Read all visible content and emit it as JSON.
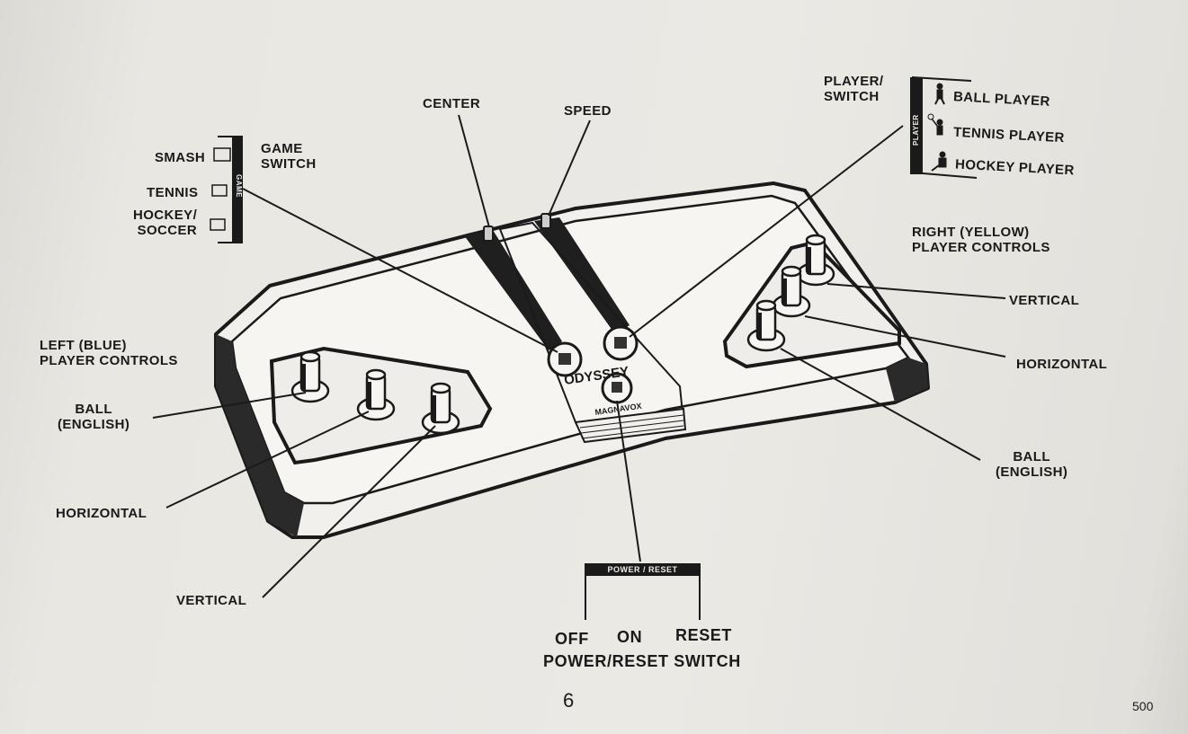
{
  "labels": {
    "center": "CENTER",
    "speed": "SPEED",
    "player_switch": [
      "PLAYER/",
      "SWITCH"
    ],
    "game_switch": [
      "GAME",
      "SWITCH"
    ],
    "smash": "SMASH",
    "tennis": "TENNIS",
    "hockey_soccer": [
      "HOCKEY/",
      "SOCCER"
    ],
    "game_tag": "GAME",
    "player_tag": "PLAYER",
    "ball_player": "BALL PLAYER",
    "tennis_player": "TENNIS PLAYER",
    "hockey_player": "HOCKEY PLAYER",
    "right_controls": [
      "RIGHT (YELLOW)",
      "PLAYER CONTROLS"
    ],
    "right_vertical": "VERTICAL",
    "right_horizontal": "HORIZONTAL",
    "right_ball": [
      "BALL",
      "(ENGLISH)"
    ],
    "left_controls": [
      "LEFT (BLUE)",
      "PLAYER CONTROLS"
    ],
    "left_ball": [
      "BALL",
      "(ENGLISH)"
    ],
    "left_horizontal": "HORIZONTAL",
    "left_vertical": "VERTICAL",
    "power_reset_tag": "POWER / RESET",
    "off": "OFF",
    "on": "ON",
    "reset": "RESET",
    "power_reset_switch": "POWER/RESET SWITCH",
    "console_brand_top": "ODYSSEY",
    "console_brand_bottom": "MAGNAVOX"
  },
  "page_number": "6",
  "page_code": "500"
}
